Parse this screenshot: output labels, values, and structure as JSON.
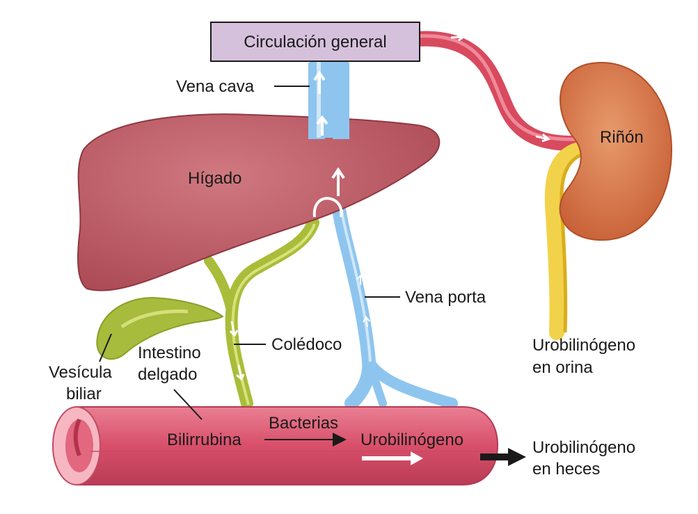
{
  "diagram": {
    "colors": {
      "liver": "#b9545e",
      "vein": "#8ec5ee",
      "artery": "#d84a5e",
      "bile_duct": "#a9bd3a",
      "gallbladder": "#a7bb3c",
      "kidney": "#cf6a43",
      "ureter": "#f2d24a",
      "intestine": "#d95670",
      "box_fill": "#d6c1dc"
    },
    "labels": {
      "circulation": "Circulación general",
      "vena_cava": "Vena cava",
      "liver": "Hígado",
      "kidney": "Riñón",
      "vena_porta": "Vena porta",
      "coledoco": "Colédoco",
      "intestino_1": "Intestino",
      "intestino_2": "delgado",
      "vesicula_1": "Vesícula",
      "vesicula_2": "biliar",
      "orina_1": "Urobilinógeno",
      "orina_2": "en orina",
      "bilirrubina": "Bilirrubina",
      "bacterias": "Bacterias",
      "urobilinogeno": "Urobilinógeno",
      "heces_1": "Urobilinógeno",
      "heces_2": "en heces"
    }
  }
}
